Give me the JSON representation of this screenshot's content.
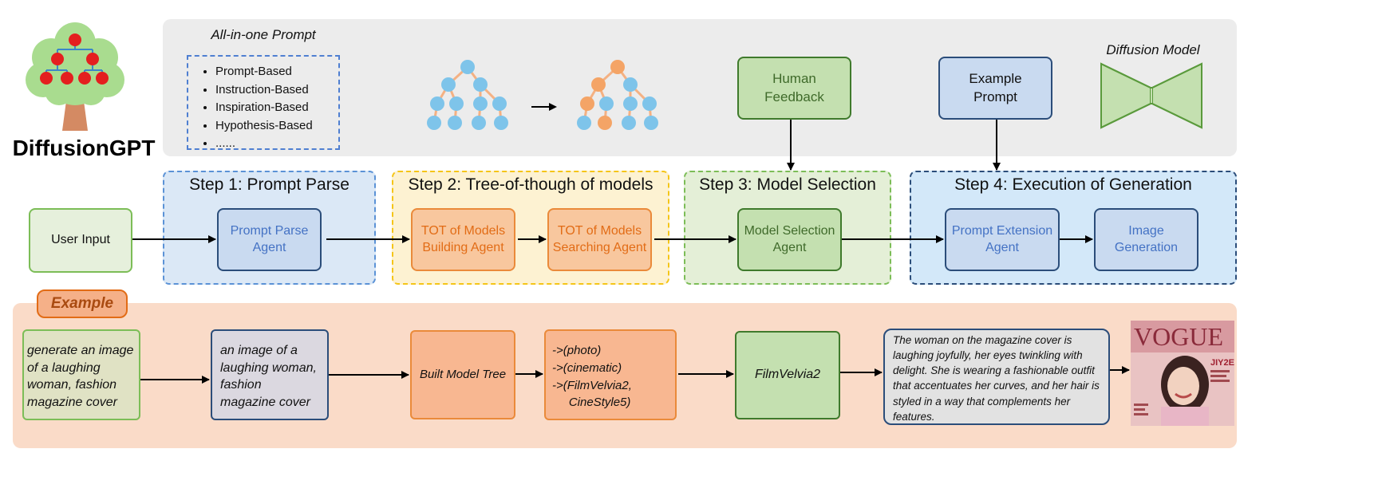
{
  "title": "DiffusionGPT",
  "top_panel": {
    "all_in_one_title": "All-in-one Prompt",
    "prompt_types": [
      "Prompt-Based",
      "Instruction-Based",
      "Inspiration-Based",
      "Hypothesis-Based",
      "......"
    ],
    "human_feedback": "Human\nFeedback",
    "example_prompt": "Example\nPrompt",
    "diffusion_model": "Diffusion Model"
  },
  "steps": {
    "step1": {
      "title": "Step 1: Prompt Parse",
      "agent": "Prompt Parse\nAgent"
    },
    "step2": {
      "title": "Step 2: Tree-of-though of models",
      "agent_a": "TOT of Models\nBuilding Agent",
      "agent_b": "TOT of Models\nSearching Agent"
    },
    "step3": {
      "title": "Step 3: Model Selection",
      "agent": "Model Selection\nAgent"
    },
    "step4": {
      "title": "Step 4: Execution of Generation",
      "agent_a": "Prompt Extension\nAgent",
      "agent_b": "Image\nGeneration"
    }
  },
  "user_input": "User Input",
  "example": {
    "label": "Example",
    "input": "generate an image\nof a laughing\nwoman, fashion\nmagazine cover",
    "parsed": "an image of a\nlaughing woman,\nfashion\nmagazine cover",
    "tree": "Built Model Tree",
    "search_path": "->(photo)\n->(cinematic)\n->(FilmVelvia2,\n     CineStyle5)",
    "selected_model": "FilmVelvia2",
    "extended_prompt": "The woman on the magazine cover is laughing joyfully, her eyes twinkling with delight. She is wearing a fashionable outfit that accentuates her curves, and her hair is styled in a way that complements her features.",
    "cover_text": "VOGUE",
    "cover_subtext": "JIY2E"
  },
  "colors": {
    "blue_node": "#7ec4ea",
    "orange_node": "#f4a466",
    "red_fruit": "#e41f1f"
  }
}
